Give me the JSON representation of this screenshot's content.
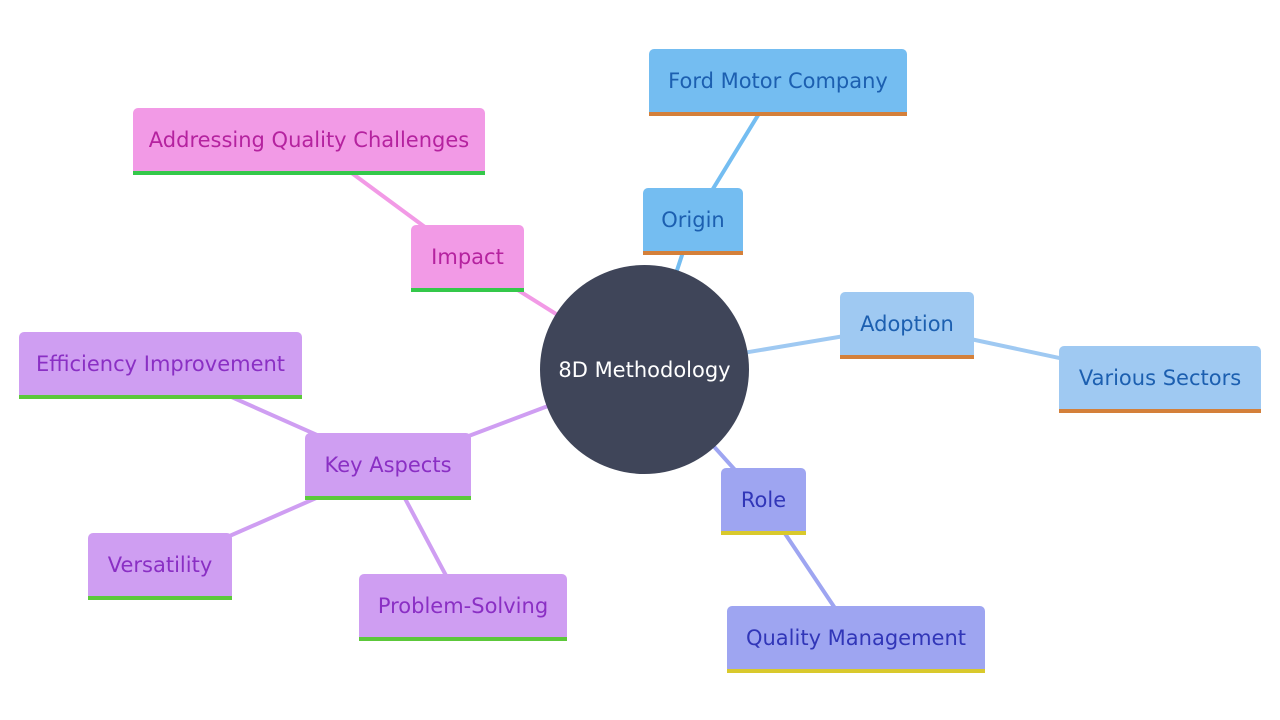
{
  "center": {
    "label": "8D Methodology",
    "color": "#3f4559"
  },
  "nodes": [
    {
      "id": "ford",
      "label": "Ford Motor Company",
      "fill": "#74bdf1",
      "text": "#1c5fb0",
      "bar": "#d4803a"
    },
    {
      "id": "origin",
      "label": "Origin",
      "fill": "#74bdf1",
      "text": "#1c5fb0",
      "bar": "#d4803a"
    },
    {
      "id": "adoption",
      "label": "Adoption",
      "fill": "#9fc9f2",
      "text": "#1c5fb0",
      "bar": "#d4803a"
    },
    {
      "id": "sectors",
      "label": "Various Sectors",
      "fill": "#9fc9f2",
      "text": "#1c5fb0",
      "bar": "#d4803a"
    },
    {
      "id": "role",
      "label": "Role",
      "fill": "#9ea5f1",
      "text": "#3136b8",
      "bar": "#d9c92c"
    },
    {
      "id": "quality",
      "label": "Quality Management",
      "fill": "#9ea5f1",
      "text": "#3136b8",
      "bar": "#d9c92c"
    },
    {
      "id": "impact",
      "label": "Impact",
      "fill": "#f29ae6",
      "text": "#b5229f",
      "bar": "#34c84a"
    },
    {
      "id": "challenges",
      "label": "Addressing Quality Challenges",
      "fill": "#f29ae6",
      "text": "#b5229f",
      "bar": "#34c84a"
    },
    {
      "id": "keyaspects",
      "label": "Key Aspects",
      "fill": "#cf9ef2",
      "text": "#8a2fc4",
      "bar": "#5cc83a"
    },
    {
      "id": "efficiency",
      "label": "Efficiency Improvement",
      "fill": "#cf9ef2",
      "text": "#8a2fc4",
      "bar": "#5cc83a"
    },
    {
      "id": "versatility",
      "label": "Versatility",
      "fill": "#cf9ef2",
      "text": "#8a2fc4",
      "bar": "#5cc83a"
    },
    {
      "id": "problem",
      "label": "Problem-Solving",
      "fill": "#cf9ef2",
      "text": "#8a2fc4",
      "bar": "#5cc83a"
    }
  ],
  "edges": [
    {
      "from": "center",
      "to": "origin",
      "color": "#74bdf1"
    },
    {
      "from": "origin",
      "to": "ford",
      "color": "#74bdf1"
    },
    {
      "from": "center",
      "to": "adoption",
      "color": "#9fc9f2"
    },
    {
      "from": "adoption",
      "to": "sectors",
      "color": "#9fc9f2"
    },
    {
      "from": "center",
      "to": "role",
      "color": "#9ea5f1"
    },
    {
      "from": "role",
      "to": "quality",
      "color": "#9ea5f1"
    },
    {
      "from": "center",
      "to": "impact",
      "color": "#f29ae6"
    },
    {
      "from": "impact",
      "to": "challenges",
      "color": "#f29ae6"
    },
    {
      "from": "center",
      "to": "keyaspects",
      "color": "#cf9ef2"
    },
    {
      "from": "keyaspects",
      "to": "efficiency",
      "color": "#cf9ef2"
    },
    {
      "from": "keyaspects",
      "to": "versatility",
      "color": "#cf9ef2"
    },
    {
      "from": "keyaspects",
      "to": "problem",
      "color": "#cf9ef2"
    }
  ]
}
